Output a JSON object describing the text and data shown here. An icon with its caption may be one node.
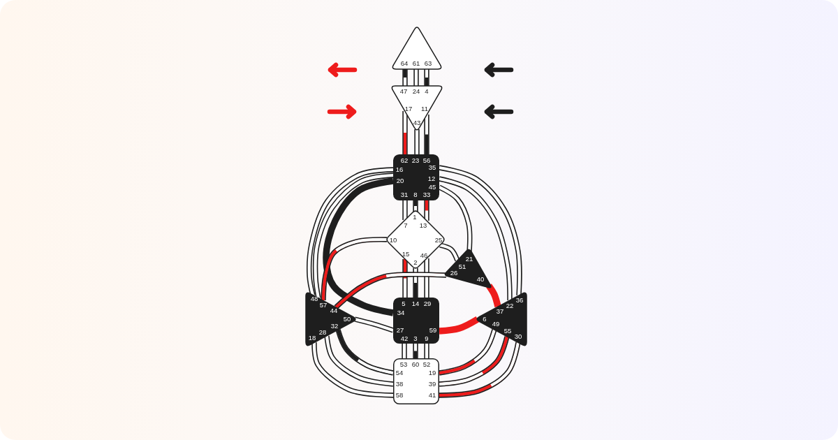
{
  "diagram": {
    "nodes": [
      {
        "text": [
          "64",
          "61",
          "63"
        ]
      },
      {
        "text": [
          "47",
          "24",
          "4",
          "17",
          "11",
          "43"
        ]
      },
      {
        "text": [
          "62",
          "23",
          "56",
          "16",
          "35",
          "20",
          "12",
          "45",
          "31",
          "8",
          "33"
        ]
      },
      {
        "text": [
          "1",
          "7",
          "13",
          "10",
          "25",
          "15",
          "46",
          "2"
        ]
      },
      {
        "text": [
          "21",
          "51",
          "26",
          "40"
        ]
      },
      {
        "text": [
          "48",
          "57",
          "44",
          "50",
          "32",
          "28",
          "18"
        ]
      },
      {
        "text": [
          "5",
          "14",
          "29",
          "34",
          "27",
          "59",
          "42",
          "3",
          "9"
        ]
      },
      {
        "text": [
          "36",
          "22",
          "37",
          "6",
          "49",
          "55",
          "30"
        ]
      },
      {
        "text": [
          "53",
          "60",
          "52",
          "54",
          "19",
          "38",
          "39",
          "58",
          "41"
        ]
      }
    ],
    "edges": [
      {
        "from": 0,
        "to": 1,
        "arrow": "none",
        "color": "#1e1e1e"
      },
      {
        "from": 0,
        "to": 1,
        "arrow": "none"
      },
      {
        "from": 1,
        "to": 0,
        "arrow": "none",
        "color": "#1e1e1e"
      },
      {
        "from": 2,
        "to": 1,
        "arrow": "none",
        "color": "#ee1c1c"
      },
      {
        "from": 1,
        "to": 2,
        "arrow": "none"
      },
      {
        "from": 2,
        "to": 1,
        "arrow": "none",
        "color": "#1e1e1e"
      },
      {
        "from": 2,
        "to": 3,
        "arrow": "none"
      },
      {
        "from": 2,
        "to": 3,
        "arrow": "none",
        "color": "#1e1e1e"
      },
      {
        "from": 2,
        "to": 3,
        "arrow": "none",
        "color": "#ee1c1c"
      },
      {
        "from": 2,
        "to": 5,
        "arrow": "none"
      },
      {
        "from": 2,
        "to": 6,
        "arrow": "none",
        "style": "thick",
        "color": "#1e1e1e"
      },
      {
        "from": 5,
        "to": 3,
        "arrow": "none",
        "color": "#ee1c1c"
      },
      {
        "from": 2,
        "to": 4,
        "arrow": "none"
      },
      {
        "from": 2,
        "to": 7,
        "arrow": "none"
      },
      {
        "from": 2,
        "to": 7,
        "arrow": "none"
      },
      {
        "from": 3,
        "to": 4,
        "arrow": "none"
      },
      {
        "from": 3,
        "to": 6,
        "arrow": "none",
        "color": "#ee1c1c"
      },
      {
        "from": 6,
        "to": 3,
        "arrow": "none",
        "color": "#1e1e1e"
      },
      {
        "from": 3,
        "to": 6,
        "arrow": "none"
      },
      {
        "from": 5,
        "to": 4,
        "arrow": "none",
        "color": "#ee1c1c"
      },
      {
        "from": 4,
        "to": 7,
        "arrow": "none",
        "style": "thick",
        "color": "#ee1c1c"
      },
      {
        "from": 5,
        "to": 6,
        "arrow": "none"
      },
      {
        "from": 6,
        "to": 7,
        "arrow": "none",
        "style": "thick",
        "color": "#ee1c1c"
      },
      {
        "from": 6,
        "to": 8,
        "arrow": "none"
      },
      {
        "from": 8,
        "to": 6,
        "arrow": "none",
        "color": "#1e1e1e"
      },
      {
        "from": 6,
        "to": 8,
        "arrow": "none"
      },
      {
        "from": 5,
        "to": 8,
        "arrow": "none",
        "color": "#1e1e1e"
      },
      {
        "from": 5,
        "to": 8,
        "arrow": "none"
      },
      {
        "from": 5,
        "to": 8,
        "arrow": "none"
      },
      {
        "from": 8,
        "to": 7,
        "arrow": "none",
        "color": "#ee1c1c"
      },
      {
        "from": 7,
        "to": 8,
        "arrow": "none",
        "color": "#ee1c1c"
      },
      {
        "from": 8,
        "to": 7,
        "arrow": "none",
        "color": "#ee1c1c"
      },
      {
        "from": 2,
        "to": 5,
        "arrow": "none"
      }
    ]
  }
}
